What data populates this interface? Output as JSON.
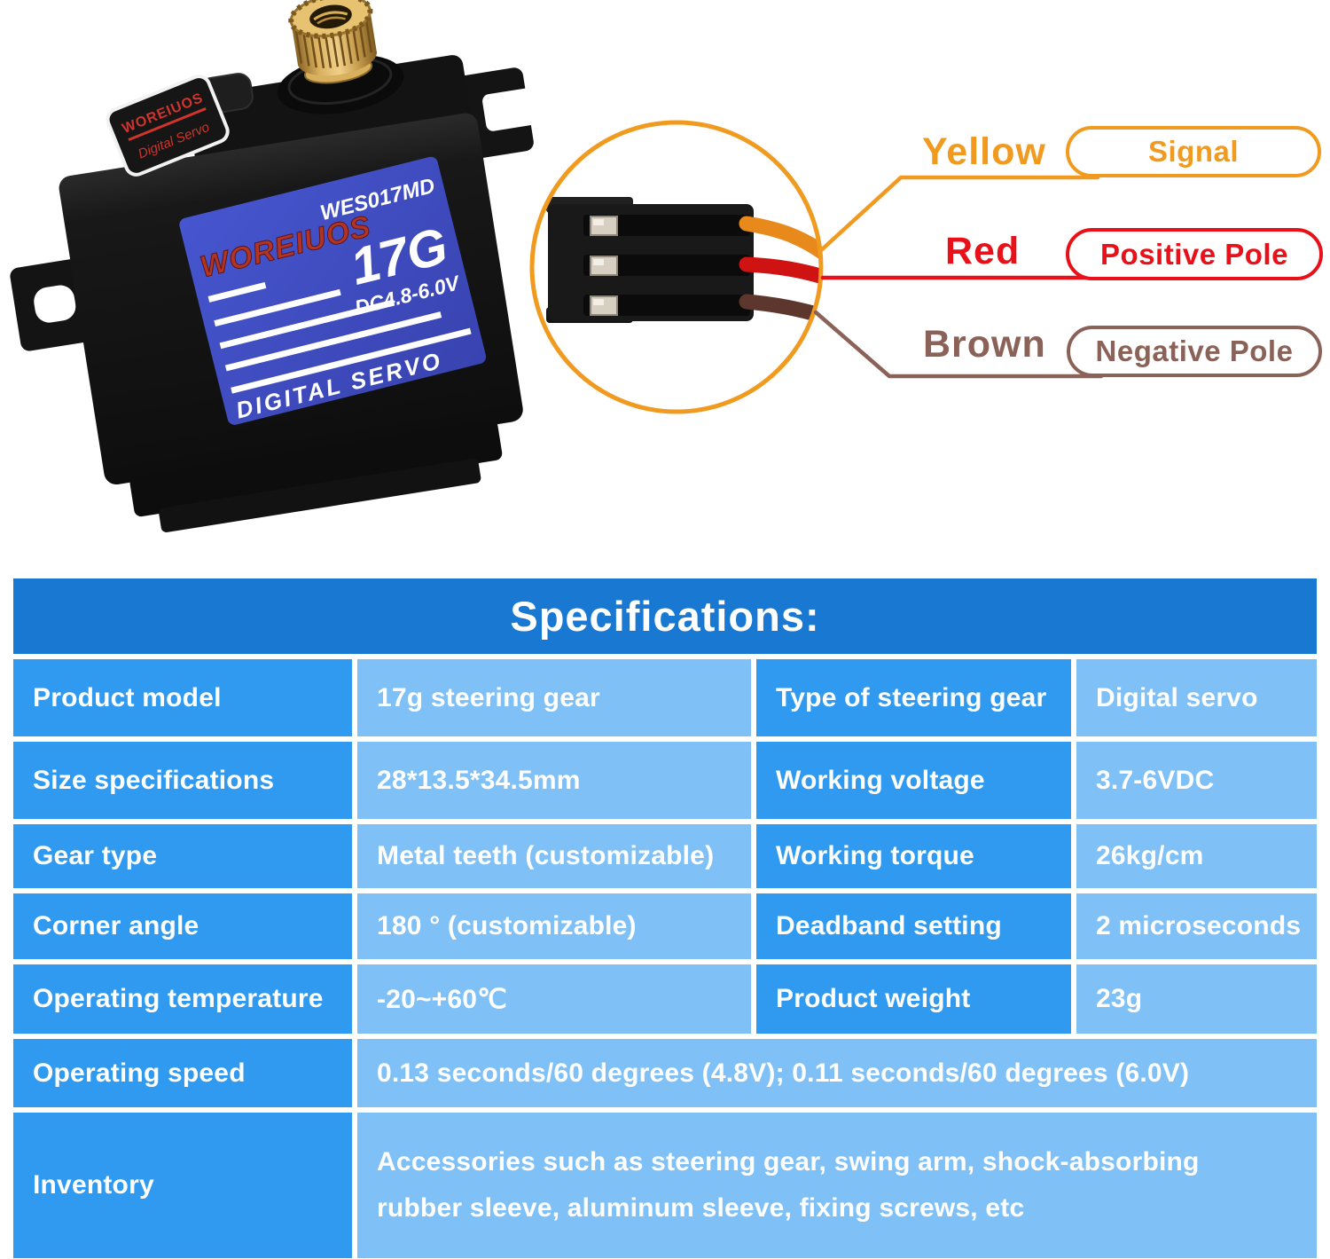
{
  "servo": {
    "sticker_brand": "WOREIUOS",
    "sticker_type": "Digital Servo",
    "label_brand": "WOREIUOS",
    "label_model": "WES017MD",
    "label_size": "17G",
    "label_voltage": "DC4.8-6.0V",
    "label_type": "DIGITAL SERVO"
  },
  "wiring": {
    "callouts": [
      {
        "wire": "Yellow",
        "meaning": "Signal",
        "color": "#F09A1F"
      },
      {
        "wire": "Red",
        "meaning": "Positive Pole",
        "color": "#E8111A"
      },
      {
        "wire": "Brown",
        "meaning": "Negative Pole",
        "color": "#8A6258"
      }
    ]
  },
  "specs": {
    "title": "Specifications:",
    "rows": [
      {
        "label1": "Product model",
        "value1": "17g steering gear",
        "label2": "Type of steering gear",
        "value2": "Digital servo"
      },
      {
        "label1": "Size specifications",
        "value1": "28*13.5*34.5mm",
        "label2": "Working voltage",
        "value2": "3.7-6VDC"
      },
      {
        "label1": "Gear type",
        "value1": "Metal teeth (customizable)",
        "label2": "Working torque",
        "value2": "26kg/cm"
      },
      {
        "label1": "Corner angle",
        "value1": "180 ° (customizable)",
        "label2": "Deadband setting",
        "value2": "2 microseconds"
      },
      {
        "label1": "Operating temperature",
        "value1": "-20~+60℃",
        "label2": "Product weight",
        "value2": "23g"
      }
    ],
    "wide_rows": [
      {
        "label": "Operating speed",
        "value": "0.13 seconds/60 degrees (4.8V); 0.11 seconds/60 degrees (6.0V)"
      },
      {
        "label": "Inventory",
        "value": "Accessories such as steering gear, swing arm, shock-absorbing rubber sleeve, aluminum sleeve, fixing screws, etc"
      }
    ]
  },
  "colors": {
    "signal_orange": "#F09A1F",
    "positive_red": "#E8111A",
    "negative_brown": "#8A6258",
    "table_header_blue": "#1878D2",
    "table_label_blue": "#2F9AF0",
    "table_value_blue": "#7FC1F7",
    "servo_label_blue": "#3F4EC4"
  }
}
